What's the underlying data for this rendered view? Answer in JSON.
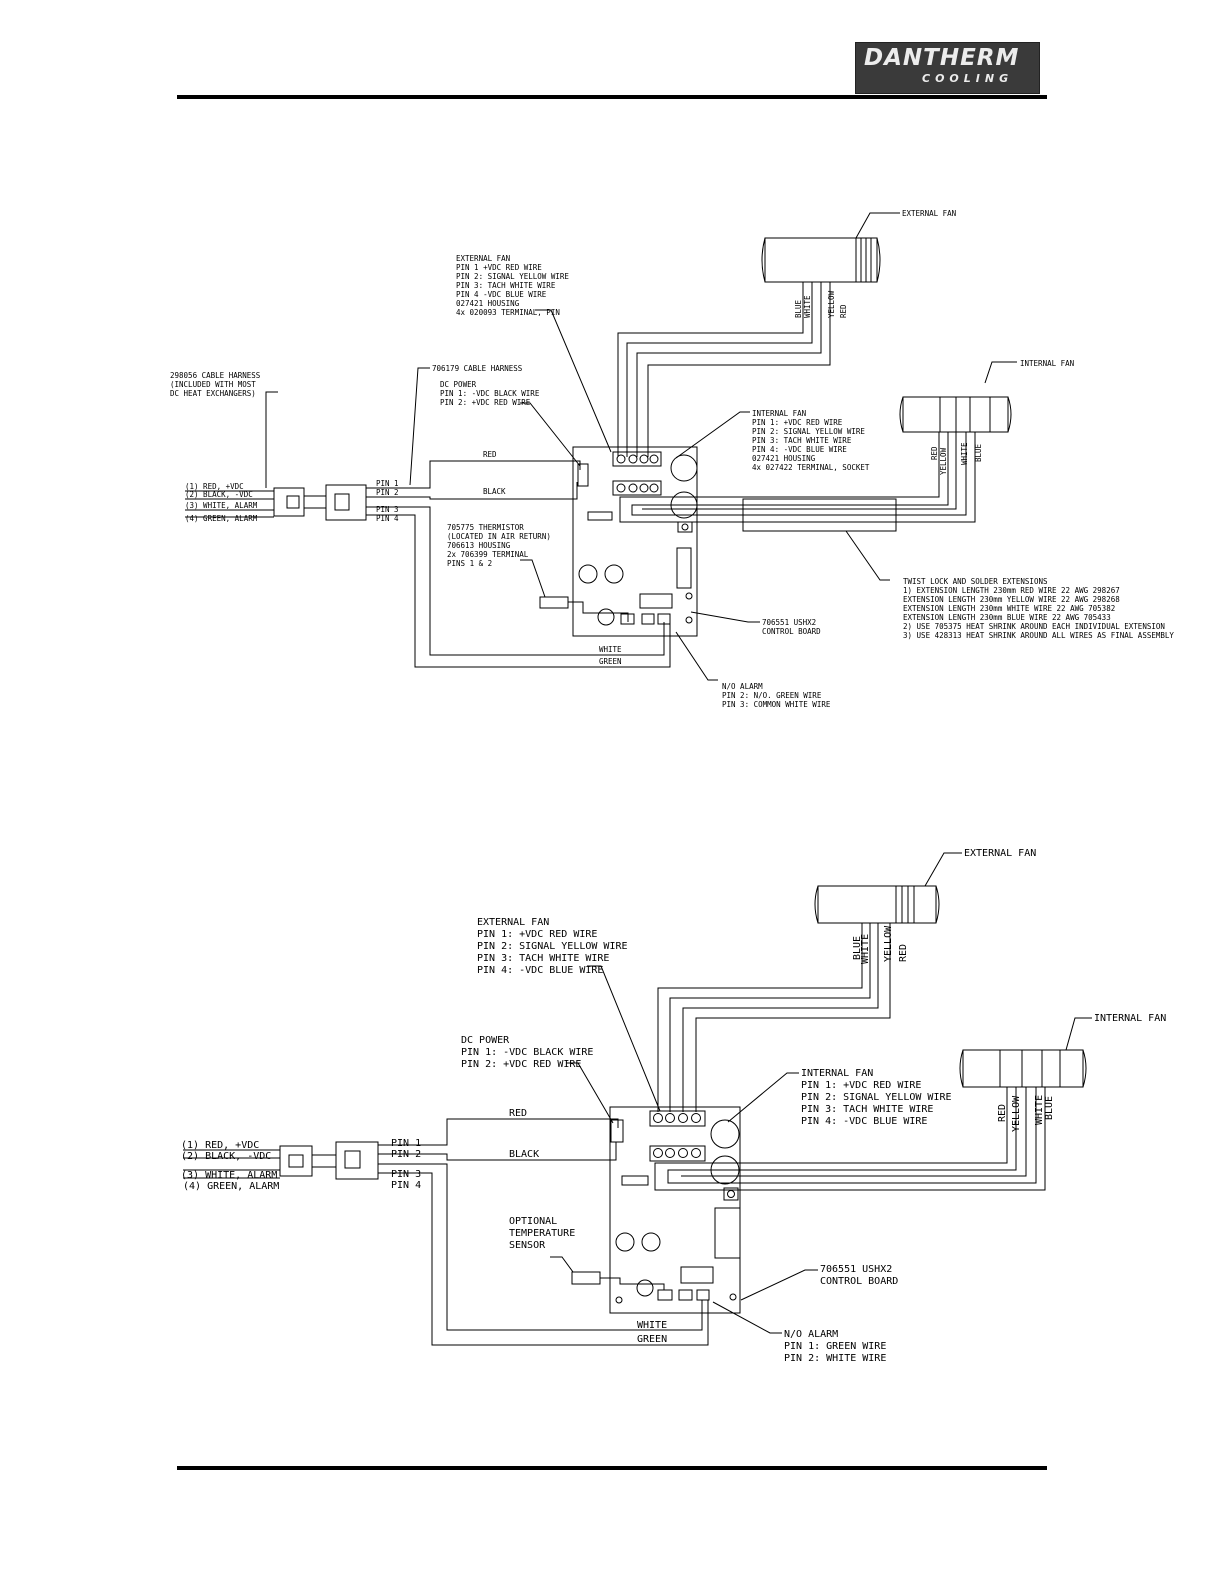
{
  "header": {
    "logo_line1": "DANTHERM",
    "logo_line2": "COOLING"
  },
  "diagram1": {
    "external_fan": "EXTERNAL FAN",
    "internal_fan": "INTERNAL FAN",
    "ext_wires": [
      "BLUE",
      "WHITE",
      "YELLOW",
      "RED"
    ],
    "int_wires": [
      "RED",
      "YELLOW",
      "WHITE",
      "BLUE"
    ],
    "ext_fan_note": [
      "EXTERNAL FAN",
      "PIN 1 +VDC RED WIRE",
      "PIN 2: SIGNAL YELLOW WIRE",
      "PIN 3: TACH WHITE WIRE",
      "PIN 4 -VDC BLUE WIRE",
      "027421 HOUSING",
      "4x 020093 TERMINAL, PIN"
    ],
    "harness_298056": [
      "298056 CABLE HARNESS",
      "(INCLUDED WITH MOST",
      "DC HEAT EXCHANGERS)"
    ],
    "harness_706179": "706179 CABLE HARNESS",
    "dc_power": [
      "DC POWER",
      "PIN 1: -VDC BLACK WIRE",
      "PIN 2: +VDC RED WIRE"
    ],
    "int_fan_note": [
      "INTERNAL FAN",
      "PIN 1: +VDC RED WIRE",
      "PIN 2: SIGNAL YELLOW WIRE",
      "PIN 3: TACH WHITE WIRE",
      "PIN 4: -VDC BLUE WIRE",
      "027421 HOUSING",
      "4x 027422 TERMINAL, SOCKET"
    ],
    "harness_leads": [
      "(1) RED, +VDC",
      "(2) BLACK, -VDC",
      "(3) WHITE, ALARM",
      "(4) GREEN, ALARM"
    ],
    "pins": [
      "PIN 1",
      "PIN 2",
      "PIN 3",
      "PIN 4"
    ],
    "red_label": "RED",
    "black_label": "BLACK",
    "thermistor": [
      "705775 THERMISTOR",
      "(LOCATED IN AIR RETURN)",
      "706613 HOUSING",
      "2x 706399 TERMINAL",
      "PINS 1 & 2"
    ],
    "twist_lock": [
      "TWIST LOCK AND SOLDER EXTENSIONS",
      "1)  EXTENSION LENGTH 230mm RED WIRE 22 AWG 298267",
      "     EXTENSION LENGTH 230mm YELLOW WIRE 22 AWG 298268",
      "     EXTENSION LENGTH 230mm WHITE WIRE 22 AWG 705382",
      "     EXTENSION LENGTH 230mm BLUE WIRE 22 AWG 705433",
      "2) USE 705375 HEAT SHRINK AROUND EACH INDIVIDUAL EXTENSION",
      "3) USE 428313 HEAT SHRINK AROUND ALL WIRES AS FINAL ASSEMBLY"
    ],
    "control_board": [
      "706551 USHX2",
      "CONTROL BOARD"
    ],
    "white_label": "WHITE",
    "green_label": "GREEN",
    "alarm_note": [
      "N/O ALARM",
      "PIN 2: N/O. GREEN WIRE",
      "PIN 3: COMMON  WHITE WIRE"
    ]
  },
  "diagram2": {
    "external_fan": "EXTERNAL FAN",
    "internal_fan": "INTERNAL FAN",
    "ext_wires": [
      "BLUE",
      "WHITE",
      "YELLOW",
      "RED"
    ],
    "int_wires": [
      "RED",
      "YELLOW",
      "WHITE",
      "BLUE"
    ],
    "ext_fan_note": [
      "EXTERNAL FAN",
      "PIN 1: +VDC RED WIRE",
      "PIN 2: SIGNAL YELLOW WIRE",
      "PIN 3: TACH WHITE WIRE",
      "PIN 4: -VDC BLUE WIRE"
    ],
    "dc_power": [
      "DC POWER",
      "PIN 1: -VDC BLACK WIRE",
      "PIN 2: +VDC RED WIRE"
    ],
    "int_fan_note": [
      "INTERNAL FAN",
      "PIN 1: +VDC RED WIRE",
      "PIN 2: SIGNAL YELLOW WIRE",
      "PIN 3: TACH WHITE WIRE",
      "PIN 4: -VDC BLUE WIRE"
    ],
    "harness_leads": [
      "(1) RED, +VDC",
      "(2) BLACK, -VDC",
      "(3) WHITE, ALARM",
      "(4) GREEN, ALARM"
    ],
    "pins": [
      "PIN 1",
      "PIN 2",
      "PIN 3",
      "PIN 4"
    ],
    "red_label": "RED",
    "black_label": "BLACK",
    "sensor": [
      "OPTIONAL",
      "TEMPERATURE",
      "SENSOR"
    ],
    "control_board": [
      "706551 USHX2",
      "CONTROL BOARD"
    ],
    "white_label": "WHITE",
    "green_label": "GREEN",
    "alarm_note": [
      "N/O ALARM",
      "PIN 1: GREEN WIRE",
      "PIN 2: WHITE WIRE"
    ]
  }
}
